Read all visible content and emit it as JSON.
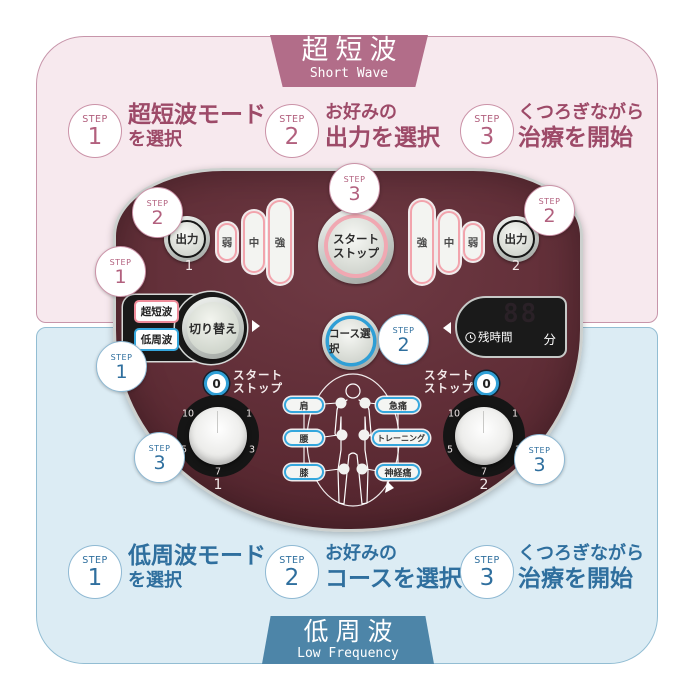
{
  "colors": {
    "pink-bg": "#f7e9ee",
    "pink-border": "#c795aa",
    "pink-accent": "#b26d89",
    "pink-text": "#9d4a68",
    "pink-badge": "#b2607e",
    "blue-bg": "#dcecf4",
    "blue-border": "#92bdd3",
    "blue-accent": "#4d85a8",
    "blue-text": "#2f6f9e",
    "panel": "#5e2c35",
    "panel-dark": "#4a1f27",
    "panel-light": "#6f3a44",
    "pill-pink": "#f2a4ad",
    "pill-blue": "#35a7dd",
    "rim": "#ccd0ce",
    "display-bg": "#1a1a1a"
  },
  "top_section": {
    "header": {
      "title": "超短波",
      "subtitle": "Short Wave"
    },
    "steps": [
      {
        "badge": "STEP",
        "num": "1",
        "line1": "超短波モード",
        "line2": "を選択"
      },
      {
        "badge": "STEP",
        "num": "2",
        "line1": "お好みの",
        "line2": "出力を選択"
      },
      {
        "badge": "STEP",
        "num": "3",
        "line1": "くつろぎながら",
        "line2": "治療を開始"
      }
    ]
  },
  "bottom_section": {
    "header": {
      "title": "低周波",
      "subtitle": "Low Frequency"
    },
    "steps": [
      {
        "badge": "STEP",
        "num": "1",
        "line1": "低周波モード",
        "line2": "を選択"
      },
      {
        "badge": "STEP",
        "num": "2",
        "line1": "お好みの",
        "line2": "コースを選択"
      },
      {
        "badge": "STEP",
        "num": "3",
        "line1": "くつろぎながら",
        "line2": "治療を開始"
      }
    ]
  },
  "device": {
    "step_badges": {
      "word": "STEP",
      "top_left": "2",
      "top_center": "3",
      "top_right": "2",
      "mode_pink": "1",
      "mode_blue": "1",
      "course": "2",
      "dial_left": "3",
      "dial_right": "3"
    },
    "output": {
      "label": "出力",
      "channel1": "1",
      "channel2": "2"
    },
    "levels": [
      "弱",
      "中",
      "強"
    ],
    "start_stop": {
      "line1": "スタート",
      "line2": "ストップ"
    },
    "mode_switch": {
      "shortwave": "超短波",
      "lowfreq": "低周波",
      "button": "切り替え"
    },
    "course_button": "コース選択",
    "display": {
      "digits": "88",
      "label": "残時間",
      "unit": "分"
    },
    "zero": "0",
    "dial": {
      "numbers": [
        "10",
        "1",
        "3",
        "5",
        "7"
      ],
      "channel_left": "1",
      "channel_right": "2"
    },
    "courses_left": [
      "肩",
      "腰",
      "膝"
    ],
    "courses_right": [
      "急痛",
      "トレーニング",
      "神経痛"
    ]
  }
}
